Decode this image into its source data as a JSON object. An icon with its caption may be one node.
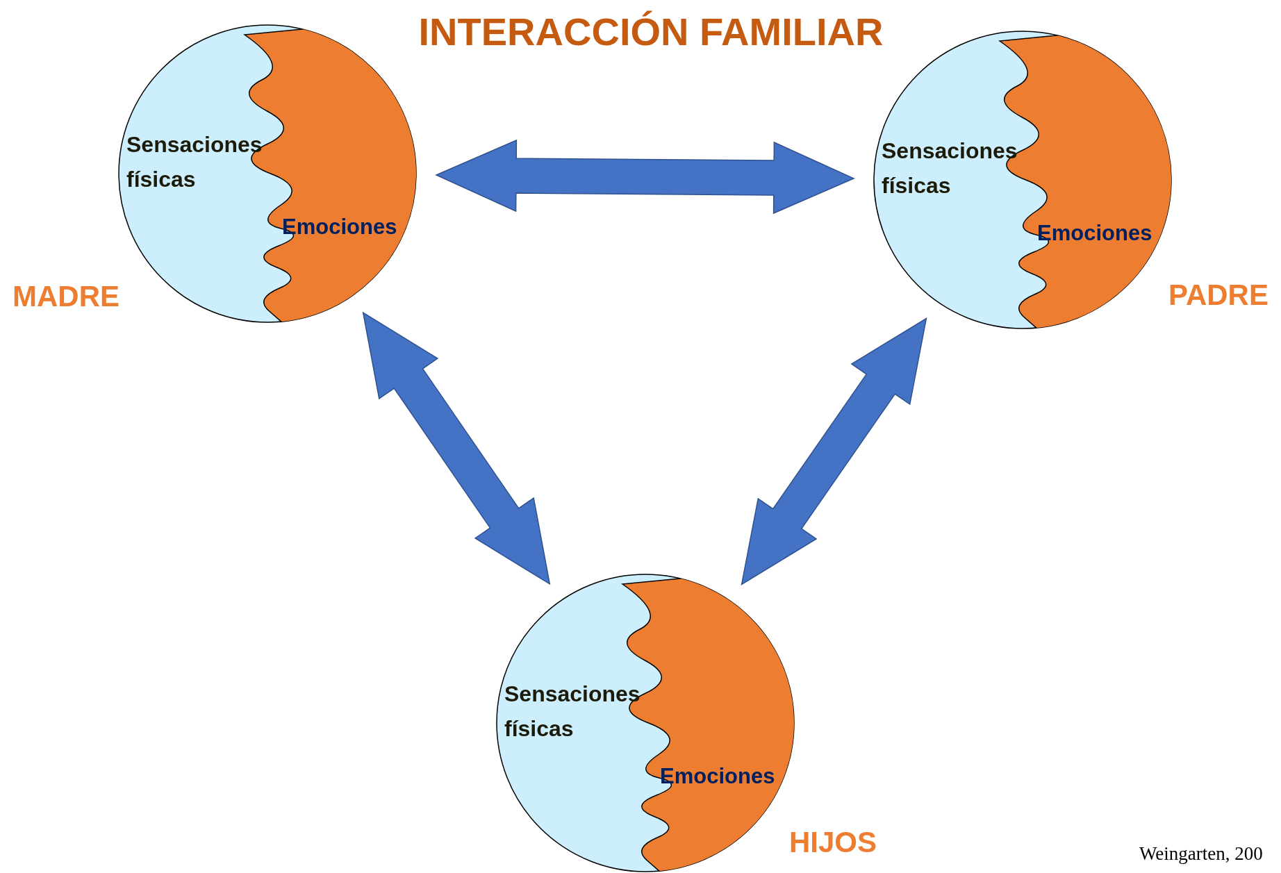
{
  "diagram": {
    "title": "INTERACCIÓN FAMILIAR",
    "nodes": [
      {
        "text": [
          "Sensaciones físicas",
          "Emociones"
        ],
        "beside": [
          "MADRE"
        ]
      },
      {
        "text": [
          "Sensaciones físicas",
          "Emociones"
        ],
        "beside": [
          "PADRE"
        ]
      },
      {
        "text": [
          "Sensaciones físicas",
          "Emociones"
        ],
        "beside": [
          "HIJOS"
        ]
      }
    ],
    "edges": [
      {
        "from": 0,
        "to": 1,
        "arrow": "both",
        "style": "thick"
      },
      {
        "from": 0,
        "to": 2,
        "arrow": "both",
        "style": "thick"
      },
      {
        "from": 1,
        "to": 2,
        "arrow": "both",
        "style": "thick"
      }
    ],
    "labels": [
      "Weingarten, 200"
    ]
  }
}
